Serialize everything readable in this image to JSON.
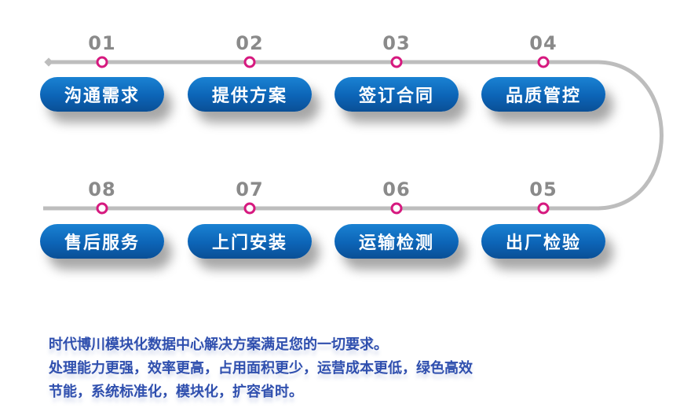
{
  "steps": [
    {
      "num": "01",
      "label": "沟通需求"
    },
    {
      "num": "02",
      "label": "提供方案"
    },
    {
      "num": "03",
      "label": "签订合同"
    },
    {
      "num": "04",
      "label": "品质管控"
    },
    {
      "num": "05",
      "label": "出厂检验"
    },
    {
      "num": "06",
      "label": "运输检测"
    },
    {
      "num": "07",
      "label": "上门安装"
    },
    {
      "num": "08",
      "label": "售后服务"
    }
  ],
  "description": {
    "line1": "时代博川模块化数据中心解决方案满足您的一切要求。",
    "line2": "处理能力更强，效率更高，占用面积更少，运营成本更低，绿色高效",
    "line3": "节能，系统标准化，模块化，扩容省时。"
  },
  "colors": {
    "line": "#bdbdbd",
    "dot_stroke": "#d6197f",
    "pill": "#0c64b6",
    "number": "#8a8a8a",
    "text": "#2f4fae"
  }
}
